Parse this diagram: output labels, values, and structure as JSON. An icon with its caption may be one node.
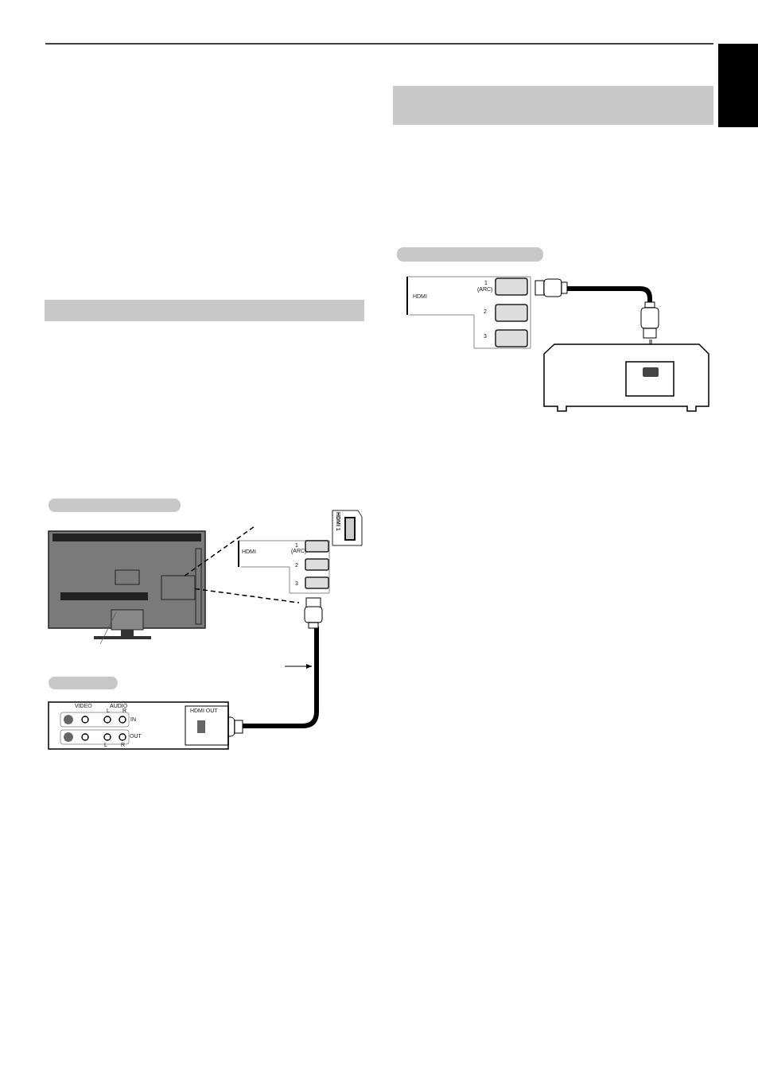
{
  "diagram": {
    "nodes": [
      {
        "text": [],
        "shape": "bar"
      },
      {
        "text": [],
        "shape": "bar"
      },
      {
        "text": [],
        "shape": "bar"
      },
      {
        "text": [],
        "shape": "bar"
      },
      {
        "text": [],
        "shape": "bar"
      },
      {
        "text": [],
        "shape": "picture"
      },
      {
        "text": [],
        "shape": "box",
        "in": 5
      },
      {
        "text": [],
        "shape": "box"
      }
    ],
    "edges": [
      {
        "from": 6,
        "to": 7,
        "arrow": "none",
        "style": "dashed"
      },
      {
        "from": 6,
        "to": 7,
        "arrow": "none",
        "style": "dashed"
      }
    ],
    "labels": [
      "HDMI",
      "1",
      "(ARC)",
      "2",
      "3",
      "HDMI",
      "1",
      "(ARC)",
      "2",
      "3",
      "HDMI 1",
      "VIDEO",
      "AUDIO",
      "L",
      "R",
      "IN",
      "OUT",
      "L",
      "R",
      "HDMI OUT"
    ]
  }
}
